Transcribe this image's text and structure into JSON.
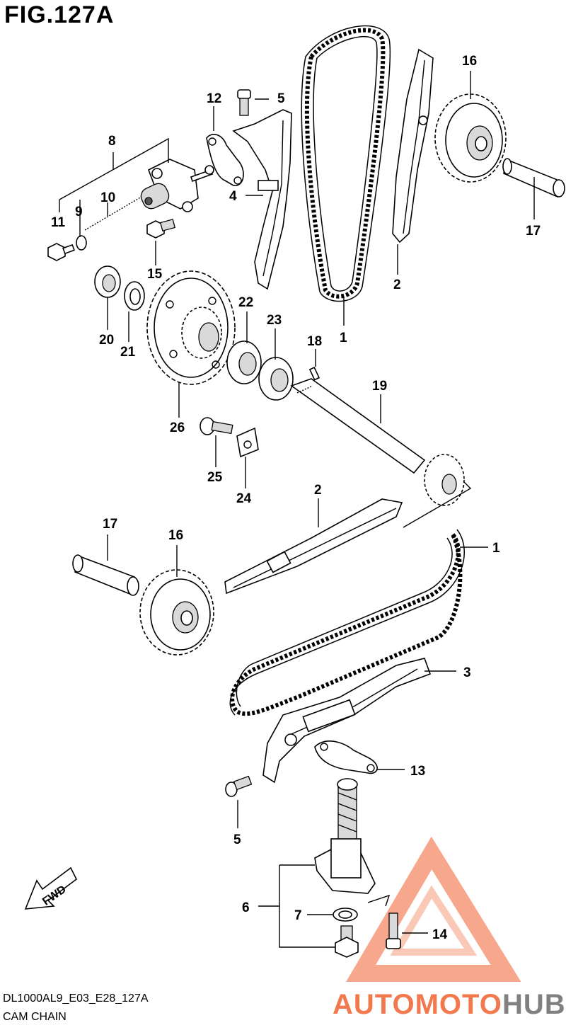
{
  "figure": {
    "title": "FIG.127A"
  },
  "footer": {
    "model_code": "DL1000AL9_E03_E28_127A",
    "caption": "CAM CHAIN"
  },
  "callouts": {
    "c1a": "1",
    "c1b": "1",
    "c2a": "2",
    "c2b": "2",
    "c3": "3",
    "c4": "4",
    "c5a": "5",
    "c5b": "5",
    "c6": "6",
    "c7": "7",
    "c8": "8",
    "c9": "9",
    "c10": "10",
    "c11": "11",
    "c12": "12",
    "c13": "13",
    "c14": "14",
    "c15": "15",
    "c16a": "16",
    "c16b": "16",
    "c17a": "17",
    "c17b": "17",
    "c18": "18",
    "c19": "19",
    "c20": "20",
    "c21": "21",
    "c22": "22",
    "c23": "23",
    "c24": "24",
    "c25": "25",
    "c26": "26"
  },
  "fwd_arrow": {
    "label": "FWD"
  },
  "watermark": {
    "part1": "AUTOMOTO",
    "part2": "HUB",
    "color_primary": "#f0612e",
    "color_secondary": "#6b6b6b"
  }
}
